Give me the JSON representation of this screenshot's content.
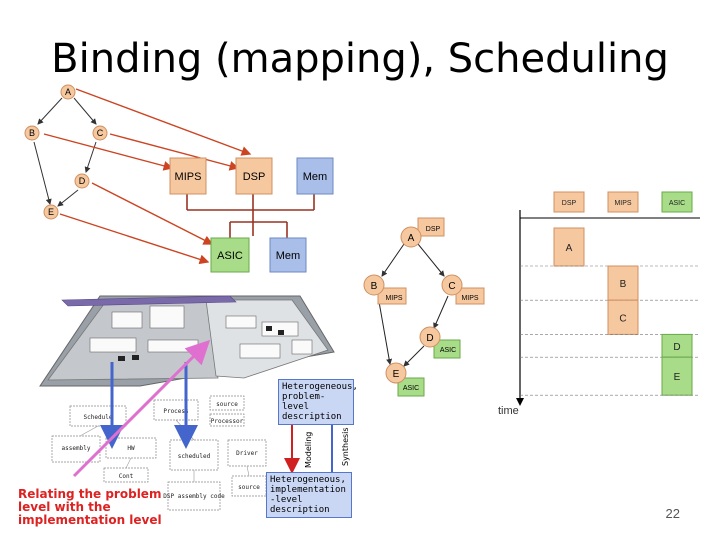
{
  "slide": {
    "title": "Binding (mapping), Scheduling",
    "page_number": "22"
  },
  "task_graph": {
    "nodes": [
      "A",
      "B",
      "C",
      "D",
      "E"
    ]
  },
  "architecture": {
    "processors_top": [
      "MIPS",
      "DSP",
      "Mem"
    ],
    "processors_bottom": [
      "ASIC",
      "Mem"
    ]
  },
  "mapped_graph": {
    "nodes": [
      {
        "name": "A",
        "resource": "DSP"
      },
      {
        "name": "B",
        "resource": "MIPS"
      },
      {
        "name": "C",
        "resource": "MIPS"
      },
      {
        "name": "D",
        "resource": "ASIC"
      },
      {
        "name": "E",
        "resource": "ASIC"
      }
    ]
  },
  "schedule": {
    "resources": [
      "DSP",
      "MIPS",
      "ASIC"
    ],
    "tasks": [
      {
        "name": "A",
        "resource": "DSP",
        "start": 0,
        "end": 1
      },
      {
        "name": "B",
        "resource": "MIPS",
        "start": 1,
        "end": 1.9
      },
      {
        "name": "C",
        "resource": "MIPS",
        "start": 1.9,
        "end": 2.8
      },
      {
        "name": "D",
        "resource": "ASIC",
        "start": 2.8,
        "end": 3.4
      },
      {
        "name": "E",
        "resource": "ASIC",
        "start": 3.4,
        "end": 4.4
      }
    ],
    "time_label": "time"
  },
  "flow": {
    "label_modeling": "Modeling",
    "label_synthesis": "Synthesis",
    "callout_problem": "Heterogeneous, problem-level description",
    "callout_impl": "Heterogeneous, implementation -level description",
    "note": "Relating the problem level with the implementation level",
    "box_texts": [
      "Schedule",
      "Process",
      "source",
      "Processor",
      "assembly",
      "HW",
      "scheduled",
      "Driver",
      "Cont",
      "DSP assembly code",
      "source"
    ]
  }
}
